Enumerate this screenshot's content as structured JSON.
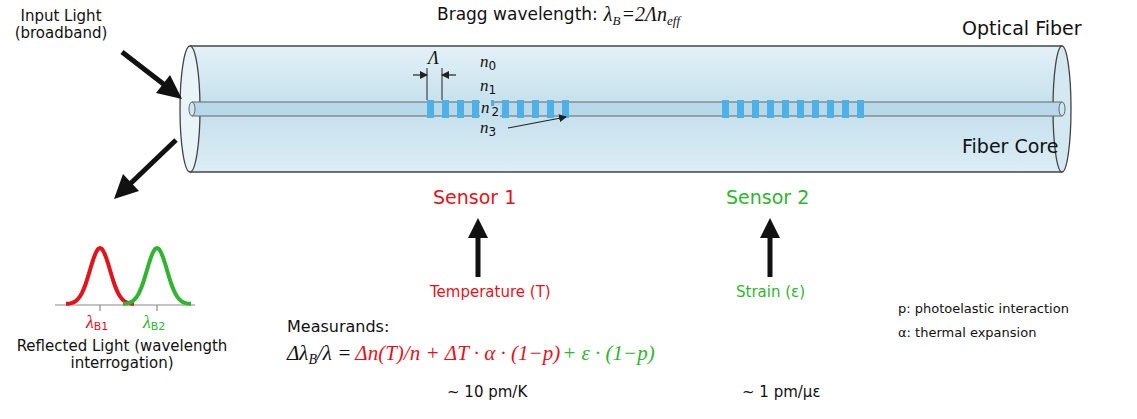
{
  "diagram": {
    "labels": [
      "Input Light (broadband)",
      "Bragg wavelength:",
      "λ",
      "B",
      "=2Λn",
      "eff",
      "Λ",
      "n",
      "0",
      "n",
      "1",
      "n",
      "2",
      "n",
      "3",
      "Optical Fiber",
      "Fiber Core",
      "Sensor 1",
      "Sensor 2",
      "λ",
      "B1",
      "λ",
      "B2",
      "Reflected Light (wavelength interrogation)",
      "Measurands:",
      "Temperature (T)",
      "Strain (ε)",
      "Δλ",
      "B",
      "/λ = ",
      "Δn(T)/n + ΔT · α · (1−p)",
      " + ε · (1−p)",
      "~ 10 pm/K",
      "~ 1 pm/με",
      "p: photoelastic interaction",
      "α: thermal expansion"
    ]
  }
}
